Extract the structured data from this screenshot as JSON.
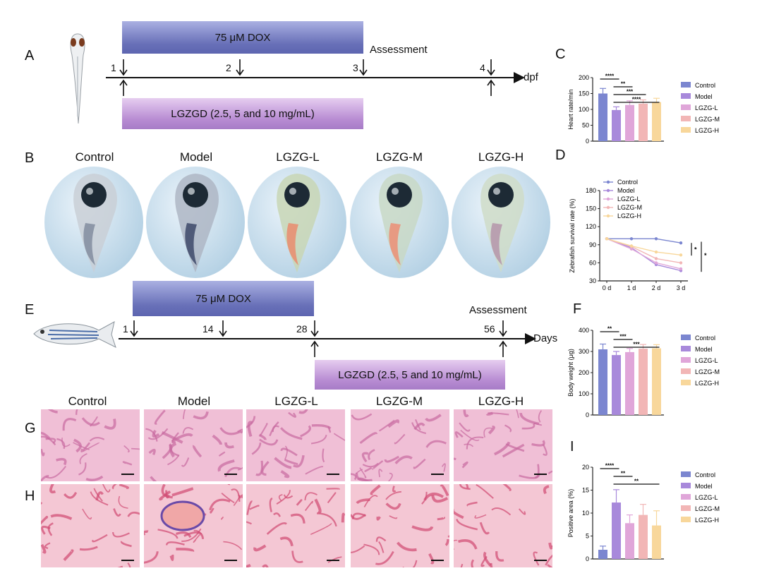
{
  "panel_labels": {
    "A": "A",
    "B": "B",
    "C": "C",
    "D": "D",
    "E": "E",
    "F": "F",
    "G": "G",
    "H": "H",
    "I": "I"
  },
  "timeline_a": {
    "dox_label": "75 μM DOX",
    "lgzgd_label": "LGZGD (2.5, 5 and 10 mg/mL)",
    "assessment": "Assessment",
    "ticks": [
      "1",
      "2",
      "3",
      "4"
    ],
    "unit": "dpf"
  },
  "timeline_e": {
    "dox_label": "75 μM DOX",
    "lgzgd_label": "LGZGD (2.5, 5 and 10 mg/mL)",
    "assessment": "Assessment",
    "ticks": [
      "1",
      "14",
      "28",
      "56"
    ],
    "unit": "Days"
  },
  "groups": [
    "Control",
    "Model",
    "LGZG-L",
    "LGZG-M",
    "LGZG-H"
  ],
  "legend_groups": [
    "Control",
    "Model",
    "LGZG-L",
    "LGZG-M",
    "LGZG-H"
  ],
  "colors": {
    "Control": "#7b86d0",
    "Model": "#a889db",
    "LGZG-L": "#e0a6d9",
    "LGZG-M": "#f2b6b6",
    "LGZG-H": "#f8d79b",
    "dox": "#6a72ba",
    "lgzgd": "#b68bd3"
  },
  "chart_data": [
    {
      "id": "C",
      "type": "bar",
      "categories": [
        "Control",
        "Model",
        "LGZG-L",
        "LGZG-M",
        "LGZG-H"
      ],
      "values": [
        150,
        98,
        114,
        118,
        123
      ],
      "errors": [
        16,
        10,
        13,
        12,
        12
      ],
      "ylabel": "Heart rate/min",
      "ylim": [
        0,
        200
      ],
      "yticks": [
        "0",
        "50",
        "100",
        "150",
        "200"
      ],
      "significance": [
        {
          "from": "Control",
          "to": "Model",
          "label": "****"
        },
        {
          "from": "Model",
          "to": "LGZG-L",
          "label": "**"
        },
        {
          "from": "Model",
          "to": "LGZG-M",
          "label": "***"
        },
        {
          "from": "Model",
          "to": "LGZG-H",
          "label": "****"
        }
      ],
      "legend": "right"
    },
    {
      "id": "D",
      "type": "line",
      "x": [
        "0 d",
        "1 d",
        "2 d",
        "3 d"
      ],
      "series": [
        {
          "name": "Control",
          "values": [
            100,
            100,
            100,
            93
          ]
        },
        {
          "name": "Model",
          "values": [
            100,
            85,
            57,
            47
          ]
        },
        {
          "name": "LGZG-L",
          "values": [
            100,
            83,
            60,
            50
          ]
        },
        {
          "name": "LGZG-M",
          "values": [
            100,
            87,
            67,
            60
          ]
        },
        {
          "name": "LGZG-H",
          "values": [
            100,
            88,
            78,
            73
          ]
        }
      ],
      "ylabel": "Zebrafish survival rate (%)",
      "ylim": [
        30,
        180
      ],
      "yticks": [
        "30",
        "60",
        "90",
        "120",
        "150",
        "180"
      ],
      "significance": [
        {
          "label": "*"
        },
        {
          "label": "*"
        }
      ],
      "legend": "top-left"
    },
    {
      "id": "F",
      "type": "bar",
      "categories": [
        "Control",
        "Model",
        "LGZG-L",
        "LGZG-M",
        "LGZG-H"
      ],
      "values": [
        310,
        283,
        297,
        313,
        315
      ],
      "errors": [
        25,
        17,
        17,
        20,
        17
      ],
      "ylabel": "Body weight (μg)",
      "ylim": [
        0,
        400
      ],
      "yticks": [
        "0",
        "100",
        "200",
        "300",
        "400"
      ],
      "significance": [
        {
          "from": "Control",
          "to": "Model",
          "label": "**"
        },
        {
          "from": "Model",
          "to": "LGZG-L",
          "label": "***"
        },
        {
          "from": "Model",
          "to": "LGZG-H",
          "label": "***"
        }
      ],
      "legend": "right"
    },
    {
      "id": "I",
      "type": "bar",
      "categories": [
        "Control",
        "Model",
        "LGZG-L",
        "LGZG-M",
        "LGZG-H"
      ],
      "values": [
        2,
        12.3,
        7.8,
        9.6,
        7.3
      ],
      "errors": [
        0.8,
        2.8,
        1.8,
        2.3,
        3.2
      ],
      "ylabel": "Positive area (%)",
      "ylim": [
        0,
        20
      ],
      "yticks": [
        "0",
        "5",
        "10",
        "15",
        "20"
      ],
      "significance": [
        {
          "from": "Control",
          "to": "Model",
          "label": "****"
        },
        {
          "from": "Model",
          "to": "LGZG-L",
          "label": "**"
        },
        {
          "from": "Model",
          "to": "LGZG-H",
          "label": "**"
        }
      ],
      "legend": "right"
    }
  ]
}
